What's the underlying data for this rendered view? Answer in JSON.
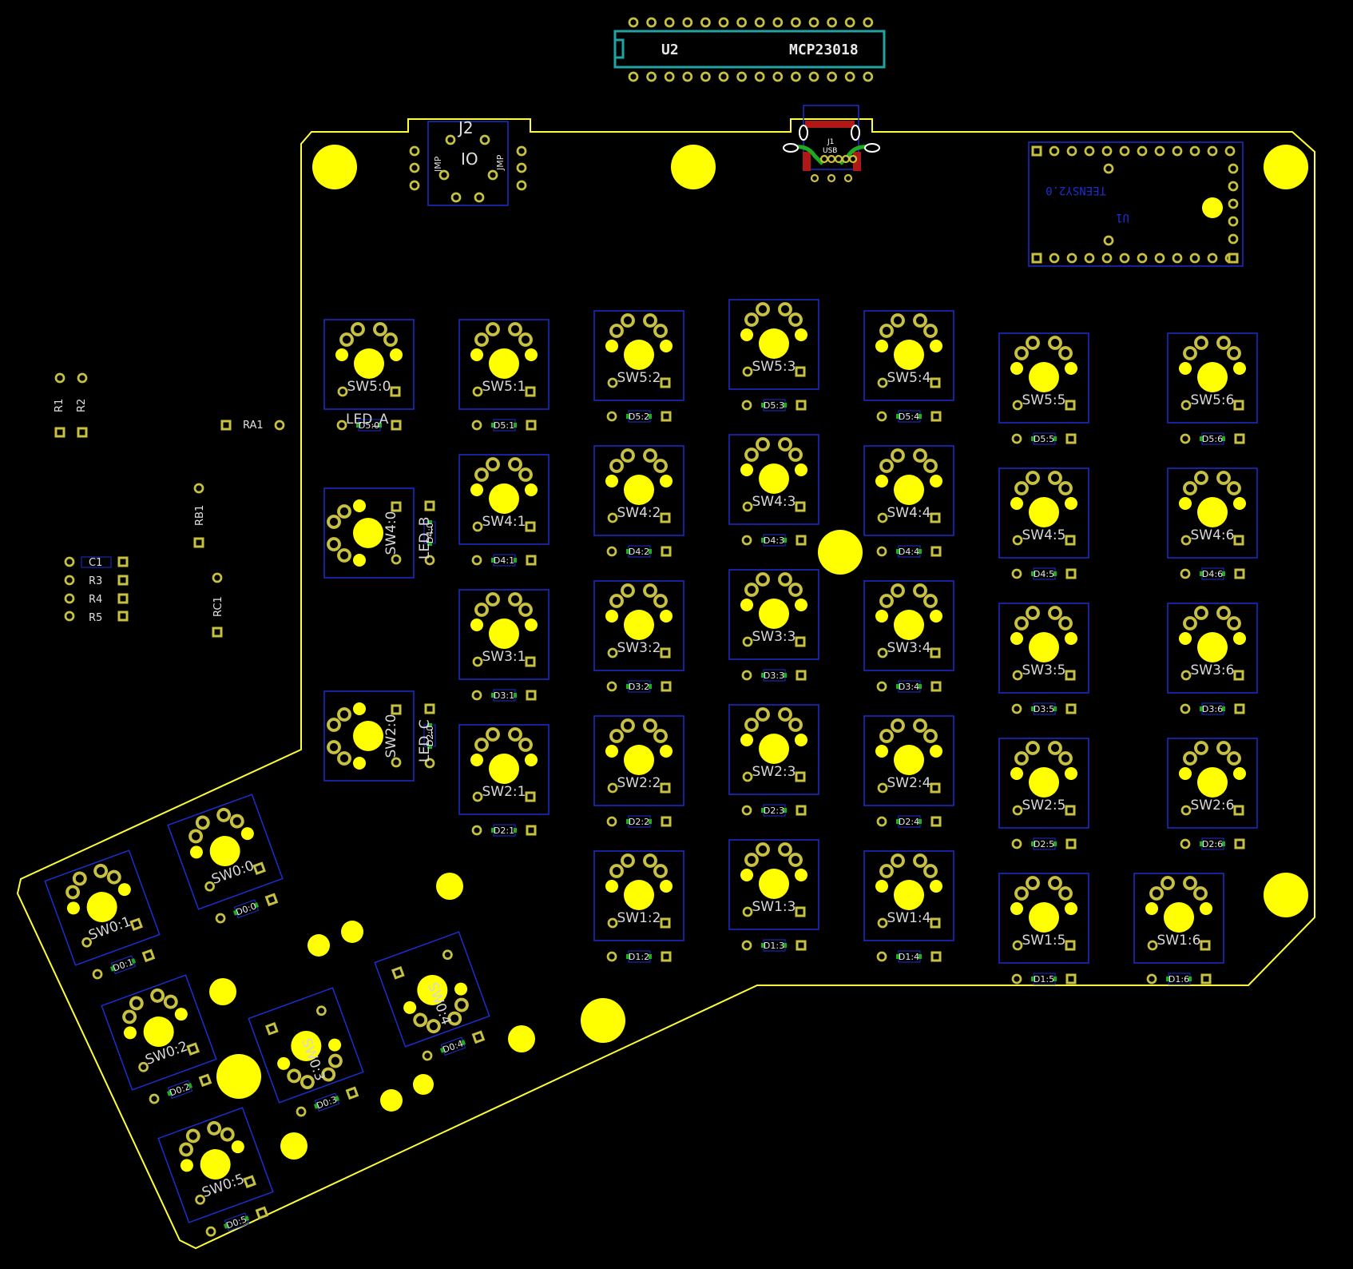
{
  "colors": {
    "background": "#000000",
    "outline": "#ffff33",
    "pad": "#ffff00",
    "pad_ring": "#c8c040",
    "footprint": "#1a2fd0",
    "chip_outline": "#1fa3a3",
    "copper": "#1faa1f",
    "usb_red": "#b01818"
  },
  "chip_u2": {
    "ref": "U2",
    "value": "MCP23018"
  },
  "connector_j2": {
    "ref": "J2",
    "value": "IO",
    "pin_left": "JMP",
    "pin_right": "JMP"
  },
  "usb_j1": {
    "ref": "J1",
    "value": "USB"
  },
  "teensy_u1": {
    "ref": "U1",
    "value": "TEENSY2.0"
  },
  "side_parts": {
    "r1": "R1",
    "r2": "R2",
    "ra1": "RA1",
    "rb1": "RB1",
    "rc1": "RC1",
    "c1": "C1",
    "r3": "R3",
    "r4": "R4",
    "r5": "R5"
  },
  "led_labels": {
    "a": "LED_A",
    "b": "LED_B",
    "c": "LED_C"
  },
  "switches": [
    {
      "label": "SW5:0",
      "diode": "D5:0"
    },
    {
      "label": "SW5:1",
      "diode": "D5:1"
    },
    {
      "label": "SW5:2",
      "diode": "D5:2"
    },
    {
      "label": "SW5:3",
      "diode": "D5:3"
    },
    {
      "label": "SW5:4",
      "diode": "D5:4"
    },
    {
      "label": "SW5:5",
      "diode": "D5:5"
    },
    {
      "label": "SW5:6",
      "diode": "D5:6"
    },
    {
      "label": "SW4:0",
      "diode": "D4:0"
    },
    {
      "label": "SW4:1",
      "diode": "D4:1"
    },
    {
      "label": "SW4:2",
      "diode": "D4:2"
    },
    {
      "label": "SW4:3",
      "diode": "D4:3"
    },
    {
      "label": "SW4:4",
      "diode": "D4:4"
    },
    {
      "label": "SW4:5",
      "diode": "D4:5"
    },
    {
      "label": "SW4:6",
      "diode": "D4:6"
    },
    {
      "label": "SW3:1",
      "diode": "D3:1"
    },
    {
      "label": "SW3:2",
      "diode": "D3:2"
    },
    {
      "label": "SW3:3",
      "diode": "D3:3"
    },
    {
      "label": "SW3:4",
      "diode": "D3:4"
    },
    {
      "label": "SW3:5",
      "diode": "D3:5"
    },
    {
      "label": "SW3:6",
      "diode": "D3:6"
    },
    {
      "label": "SW2:0",
      "diode": "D2:0"
    },
    {
      "label": "SW2:1",
      "diode": "D2:1"
    },
    {
      "label": "SW2:2",
      "diode": "D2:2"
    },
    {
      "label": "SW2:3",
      "diode": "D2:3"
    },
    {
      "label": "SW2:4",
      "diode": "D2:4"
    },
    {
      "label": "SW2:5",
      "diode": "D2:5"
    },
    {
      "label": "SW2:6",
      "diode": "D2:6"
    },
    {
      "label": "SW1:2",
      "diode": "D1:2"
    },
    {
      "label": "SW1:3",
      "diode": "D1:3"
    },
    {
      "label": "SW1:4",
      "diode": "D1:4"
    },
    {
      "label": "SW1:5",
      "diode": "D1:5"
    },
    {
      "label": "SW1:6",
      "diode": "D1:6"
    },
    {
      "label": "SW0:0",
      "diode": "D0:0"
    },
    {
      "label": "SW0:1",
      "diode": "D0:1"
    },
    {
      "label": "SW0:2",
      "diode": "D0:2"
    },
    {
      "label": "SW0:3",
      "diode": "D0:3"
    },
    {
      "label": "SW0:4",
      "diode": "D0:4"
    },
    {
      "label": "SW0:5",
      "diode": "D0:5"
    }
  ]
}
